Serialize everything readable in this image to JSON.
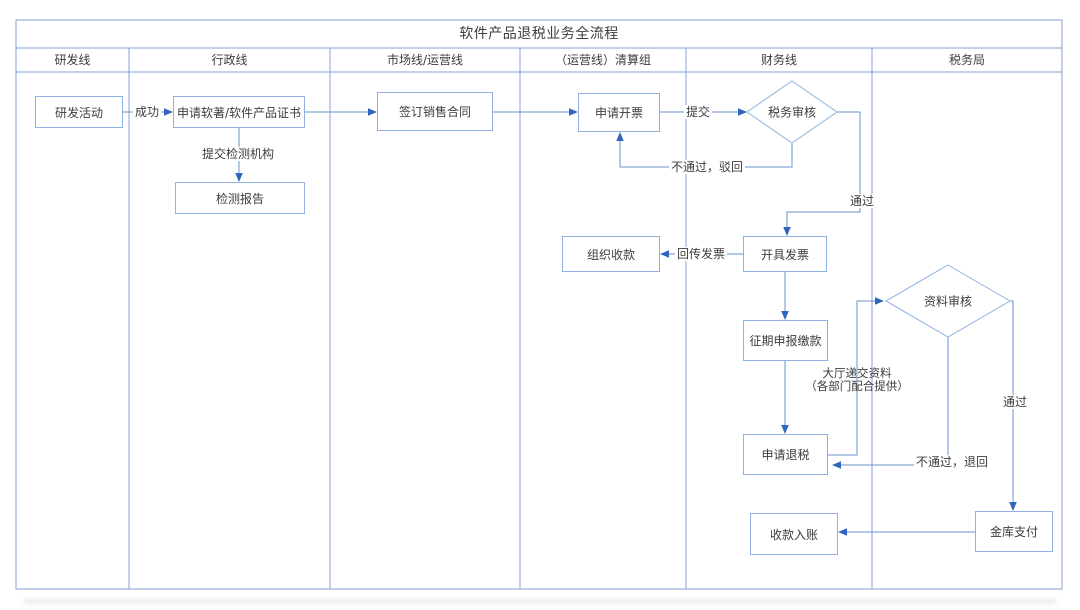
{
  "title": "软件产品退税业务全流程",
  "lanes": [
    "研发线",
    "行政线",
    "市场线/运营线",
    "（运营线）清算组",
    "财务线",
    "税务局"
  ],
  "nodes": {
    "rd_activity": "研发活动",
    "apply_cert": "申请软著/软件产品证书",
    "test_report": "检测报告",
    "sign_contract": "签订销售合同",
    "apply_invoice": "申请开票",
    "tax_review": "税务审核",
    "issue_invoice": "开具发票",
    "organize_collection": "组织收款",
    "period_declare_pay": "征期申报缴款",
    "material_review": "资料审核",
    "apply_refund": "申请退税",
    "receipt_entry": "收款入账",
    "treasury_payment": "金库支付"
  },
  "edge_labels": {
    "success": "成功",
    "submit_to_testing": "提交检测机构",
    "submit": "提交",
    "reject_invoice": "不通过，驳回",
    "pass_tax_review": "通过",
    "return_invoice": "回传发票",
    "hall_submit_line1": "大厅递交资料",
    "hall_submit_line2": "（各部门配合提供）",
    "reject_refund": "不通过，退回",
    "pass_material_review": "通过"
  },
  "colors": {
    "table_border": "#84a1d4",
    "node_border": "#8fb2e2",
    "connector": "#6b92cf",
    "arrowhead": "#2f66bd",
    "text": "#3d3d3d"
  }
}
